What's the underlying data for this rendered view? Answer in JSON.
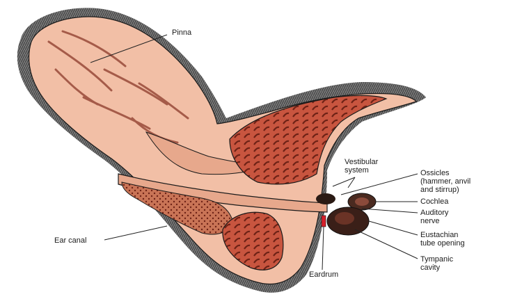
{
  "diagram": {
    "labels": {
      "pinna": "Pinna",
      "vestibular_1": "Vestibular",
      "vestibular_2": "system",
      "ossicles_1": "Ossicles",
      "ossicles_2": "(hammer, anvil",
      "ossicles_3": "and stirrup)",
      "cochlea": "Cochlea",
      "auditory_1": "Auditory",
      "auditory_2": "nerve",
      "eustachian_1": "Eustachian",
      "eustachian_2": "tube opening",
      "tympanic_1": "Tympanic",
      "tympanic_2": "cavity",
      "eardrum": "Eardrum",
      "ear_canal": "Ear canal"
    },
    "colors": {
      "skin": "#f2bfa6",
      "skin_dark": "#e7a88c",
      "muscle": "#c8553f",
      "muscle_dark": "#7e2a1c",
      "fur": "#555555",
      "eardrum": "#d8202a",
      "ink": "#1a1a1a"
    }
  }
}
